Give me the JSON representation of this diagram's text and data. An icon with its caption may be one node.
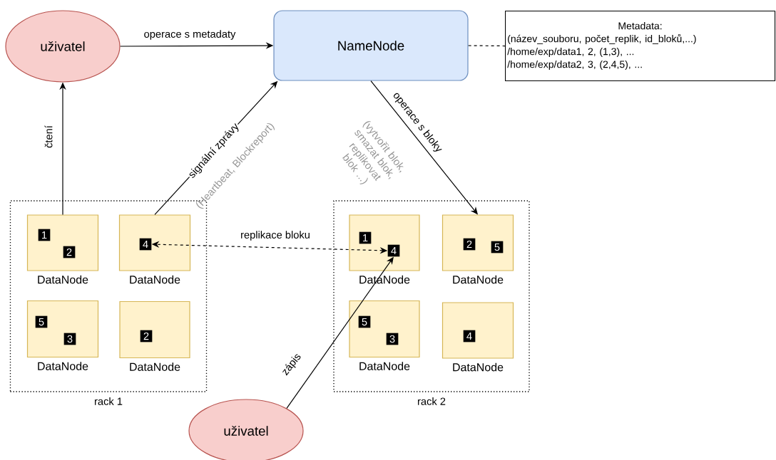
{
  "diagram": {
    "nodes": [
      {
        "text": [
          "uživatel"
        ]
      },
      {
        "text": [
          "NameNode"
        ]
      },
      {
        "text": [
          "Metadata:",
          "(název_souboru, počet_replik, id_bloků,...)",
          "/home/exp/data1, 2, (1,3), ...",
          "/home/exp/data2, 3, (2,4,5), ..."
        ]
      },
      {
        "text": [
          "rack 1"
        ]
      },
      {
        "text": [
          "DataNode"
        ],
        "in": 3
      },
      {
        "text": [
          "1"
        ],
        "in": 4
      },
      {
        "text": [
          "2"
        ],
        "in": 4
      },
      {
        "text": [
          "DataNode"
        ],
        "in": 3
      },
      {
        "text": [
          "4"
        ],
        "in": 7
      },
      {
        "text": [
          "DataNode"
        ],
        "in": 3
      },
      {
        "text": [
          "5"
        ],
        "in": 9
      },
      {
        "text": [
          "3"
        ],
        "in": 9
      },
      {
        "text": [
          "DataNode"
        ],
        "in": 3
      },
      {
        "text": [
          "2"
        ],
        "in": 12
      },
      {
        "text": [
          "rack 2"
        ]
      },
      {
        "text": [
          "DataNode"
        ],
        "in": 14
      },
      {
        "text": [
          "1"
        ],
        "in": 15
      },
      {
        "text": [
          "4"
        ],
        "in": 15
      },
      {
        "text": [
          "DataNode"
        ],
        "in": 14
      },
      {
        "text": [
          "2"
        ],
        "in": 18
      },
      {
        "text": [
          "5"
        ],
        "in": 18
      },
      {
        "text": [
          "DataNode"
        ],
        "in": 14
      },
      {
        "text": [
          "5"
        ],
        "in": 21
      },
      {
        "text": [
          "3"
        ],
        "in": 21
      },
      {
        "text": [
          "DataNode"
        ],
        "in": 14
      },
      {
        "text": [
          "4"
        ],
        "in": 24
      },
      {
        "text": [
          "uživatel"
        ]
      }
    ],
    "edges": [
      {
        "from": 0,
        "to": 1,
        "arrow": "to",
        "label": "operace s metadaty"
      },
      {
        "from": 4,
        "to": 0,
        "arrow": "to",
        "label": "čtení"
      },
      {
        "from": 7,
        "to": 1,
        "arrow": "to",
        "label": "signální zprávy"
      },
      {
        "from": 1,
        "to": 18,
        "arrow": "to",
        "label": "operace s bloky"
      },
      {
        "from": 17,
        "to": 8,
        "arrow": "both",
        "style": "dashed",
        "label": "replikace bloku"
      },
      {
        "from": 26,
        "to": 17,
        "arrow": "to",
        "label": "zápis"
      },
      {
        "from": 1,
        "to": 2,
        "arrow": "none",
        "style": "dashed"
      }
    ],
    "labels": [
      "(Heartbeat, Blockreport)",
      "(vytvořit blok, smazat blok, replikovat blok ...)"
    ]
  }
}
